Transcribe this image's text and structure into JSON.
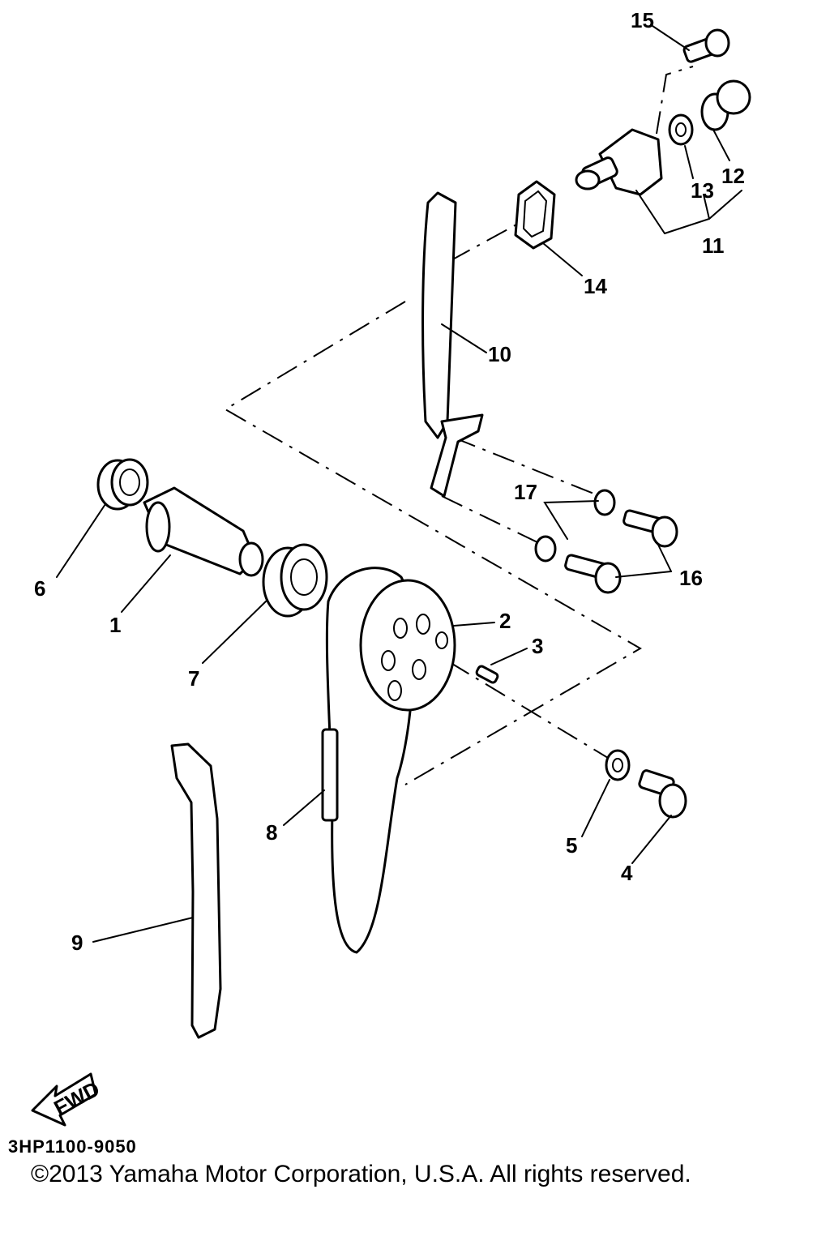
{
  "diagram": {
    "drawing_code": "3HP1100-9050",
    "copyright": "©2013 Yamaha Motor Corporation, U.S.A. All rights reserved.",
    "fwd_label": "FWD",
    "callouts": {
      "c1": "1",
      "c2": "2",
      "c3": "3",
      "c4": "4",
      "c5": "5",
      "c6": "6",
      "c7": "7",
      "c8": "8",
      "c9": "9",
      "c10": "10",
      "c11": "11",
      "c12": "12",
      "c13": "13",
      "c14": "14",
      "c15": "15",
      "c16": "16",
      "c17": "17"
    }
  }
}
